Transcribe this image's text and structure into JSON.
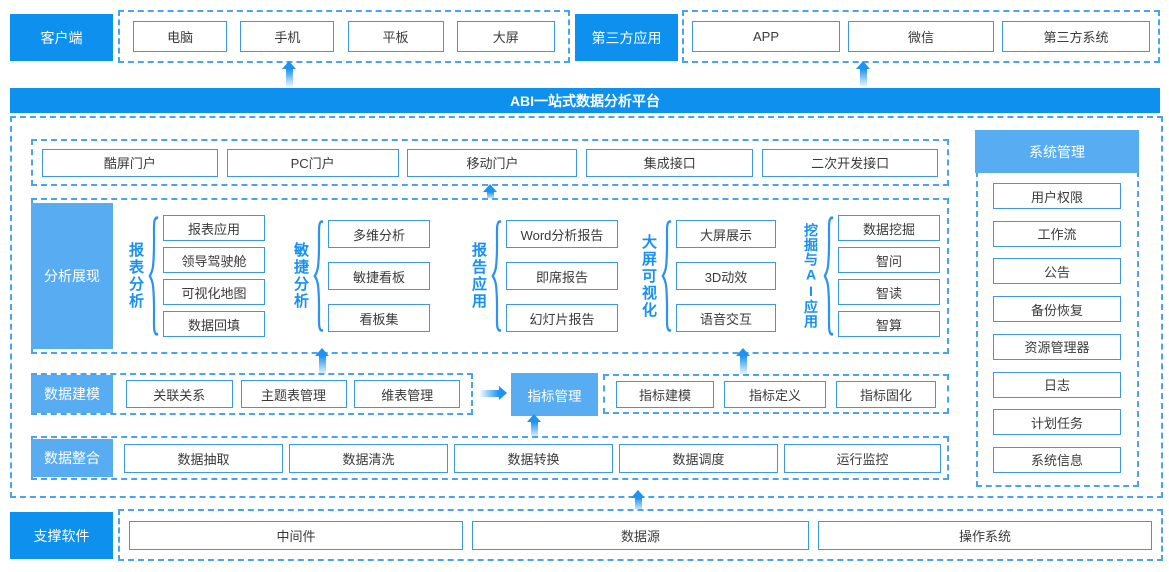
{
  "colors": {
    "primary_blue": "#0e90ef",
    "light_blue": "#58adf2",
    "box_border_blue": "#3e96e8",
    "dashed_blue": "#4aa3f2",
    "group_label_blue": "#1890f2",
    "box_text": "#3a3a3a"
  },
  "top": {
    "client": {
      "label": "客户端",
      "items": [
        "电脑",
        "手机",
        "平板",
        "大屏"
      ]
    },
    "third_party": {
      "label": "第三方应用",
      "items": [
        "APP",
        "微信",
        "第三方系统"
      ]
    }
  },
  "banner": {
    "title": "ABI一站式数据分析平台"
  },
  "portal": {
    "items": [
      "酷屏门户",
      "PC门户",
      "移动门户",
      "集成接口",
      "二次开发接口"
    ]
  },
  "analysis": {
    "label": "分析展现",
    "groups": [
      {
        "name": "报表分析",
        "items": [
          "报表应用",
          "领导驾驶舱",
          "可视化地图",
          "数据回填"
        ]
      },
      {
        "name": "敏捷分析",
        "items": [
          "多维分析",
          "敏捷看板",
          "看板集"
        ]
      },
      {
        "name": "报告应用",
        "items": [
          "Word分析报告",
          "即席报告",
          "幻灯片报告"
        ]
      },
      {
        "name": "大屏可视化",
        "items": [
          "大屏展示",
          "3D动效",
          "语音交互"
        ]
      },
      {
        "name": "挖掘与AI应用",
        "items": [
          "数据挖掘",
          "智问",
          "智读",
          "智算"
        ]
      }
    ]
  },
  "modeling": {
    "label": "数据建模",
    "items": [
      "关联关系",
      "主题表管理",
      "维表管理"
    ],
    "indicator": {
      "label": "指标管理",
      "items": [
        "指标建模",
        "指标定义",
        "指标固化"
      ]
    }
  },
  "integration": {
    "label": "数据整合",
    "items": [
      "数据抽取",
      "数据清洗",
      "数据转换",
      "数据调度",
      "运行监控"
    ]
  },
  "sidebar": {
    "label": "系统管理",
    "items": [
      "用户权限",
      "工作流",
      "公告",
      "备份恢复",
      "资源管理器",
      "日志",
      "计划任务",
      "系统信息"
    ]
  },
  "support": {
    "label": "支撑软件",
    "items": [
      "中间件",
      "数据源",
      "操作系统"
    ]
  }
}
